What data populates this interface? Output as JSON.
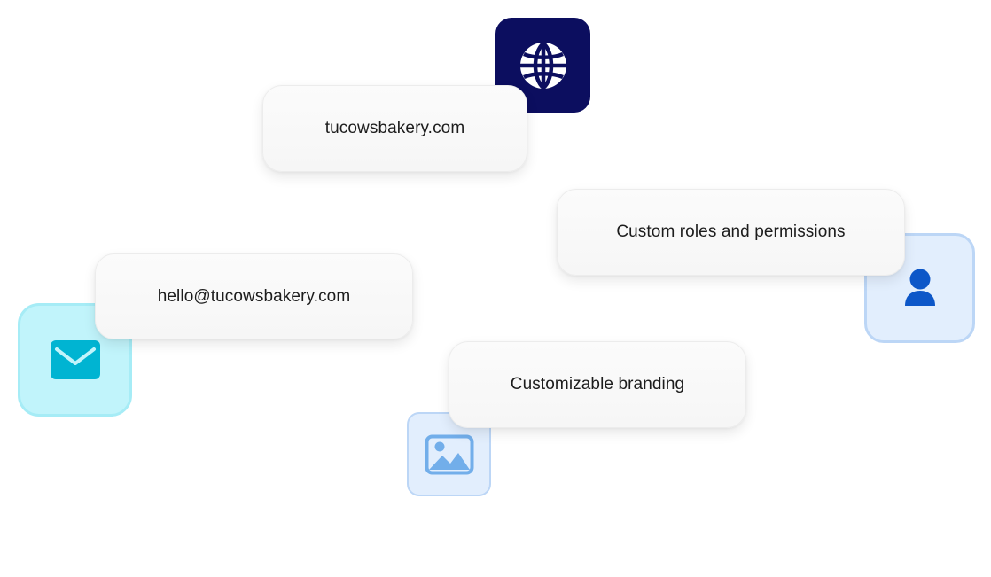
{
  "features": {
    "domain": {
      "label": "tucowsbakery.com",
      "icon": "globe-icon",
      "tile_bg": "#0c0e5f",
      "icon_color": "#ffffff"
    },
    "roles": {
      "label": "Custom roles and permissions",
      "icon": "user-icon",
      "tile_bg": "#e2eefd",
      "tile_border": "#bcd6f6",
      "icon_color": "#0d57c8"
    },
    "email": {
      "label": "hello@tucowsbakery.com",
      "icon": "mail-icon",
      "tile_bg": "#c1f4fb",
      "tile_border": "#a6ecf6",
      "icon_color": "#00b4d2"
    },
    "branding": {
      "label": "Customizable branding",
      "icon": "image-icon",
      "tile_bg": "#e2eefd",
      "tile_border": "#bcd6f6",
      "icon_color": "#72aeea"
    }
  },
  "card_text_color": "#1c1c1c"
}
